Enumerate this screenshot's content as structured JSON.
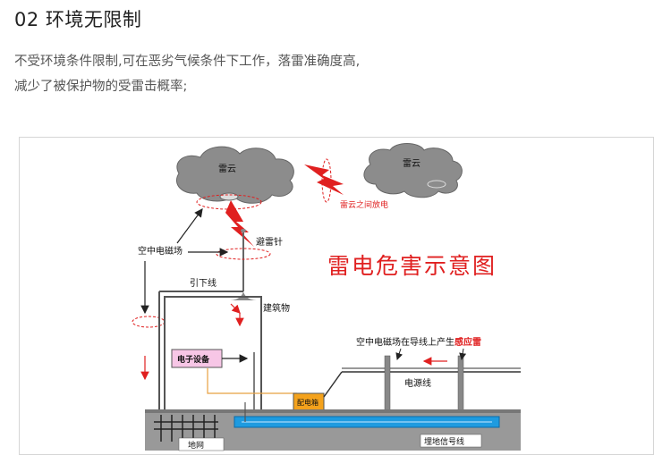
{
  "heading": "02 环境无限制",
  "description": {
    "line1": "不受环境条件限制,可在恶劣气候条件下工作，落雷准确度高,",
    "line2": "减少了被保护物的受雷击概率;"
  },
  "diagram": {
    "title": "雷电危害示意图",
    "labels": {
      "cloud_left": "雷云",
      "cloud_right": "雷云",
      "between_clouds": "雷云之间放电",
      "em_field": "空中电磁场",
      "lightning_rod": "避雷针",
      "down_conductor": "引下线",
      "building": "建筑物",
      "equipment": "电子设备",
      "distribution_box": "配电箱",
      "power_line": "电源线",
      "induced": "空中电磁场在导线上产生",
      "induced_highlight": "感应雷",
      "ground_grid": "地网",
      "signal_line": "埋地信号线"
    },
    "colors": {
      "red": "#e02020",
      "cloud": "#8c8c8c",
      "ground": "#999999",
      "cable": "#1e9be0",
      "equipment_fill": "#f7c6e6",
      "box_fill": "#f4a21c"
    }
  }
}
